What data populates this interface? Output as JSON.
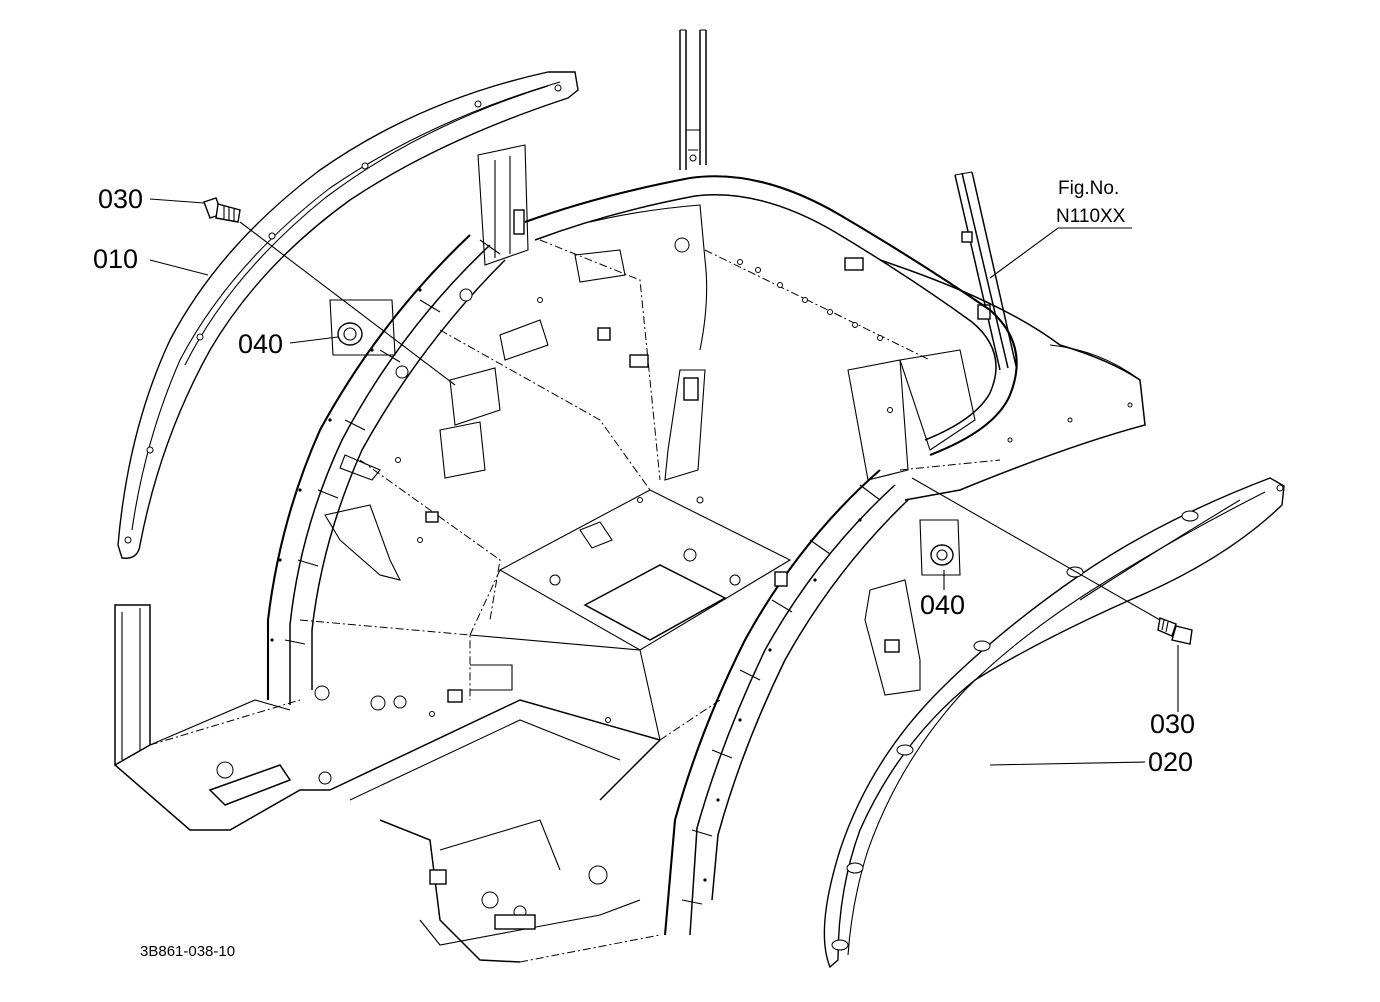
{
  "figure": {
    "fig_label": "Fig.No.",
    "fig_number": "N110XX",
    "drawing_code": "3B861-038-10"
  },
  "callouts": {
    "fender_left": "010",
    "fender_right": "020",
    "bolt_left": "030",
    "bolt_right": "030",
    "nut_left": "040",
    "nut_right": "040"
  }
}
